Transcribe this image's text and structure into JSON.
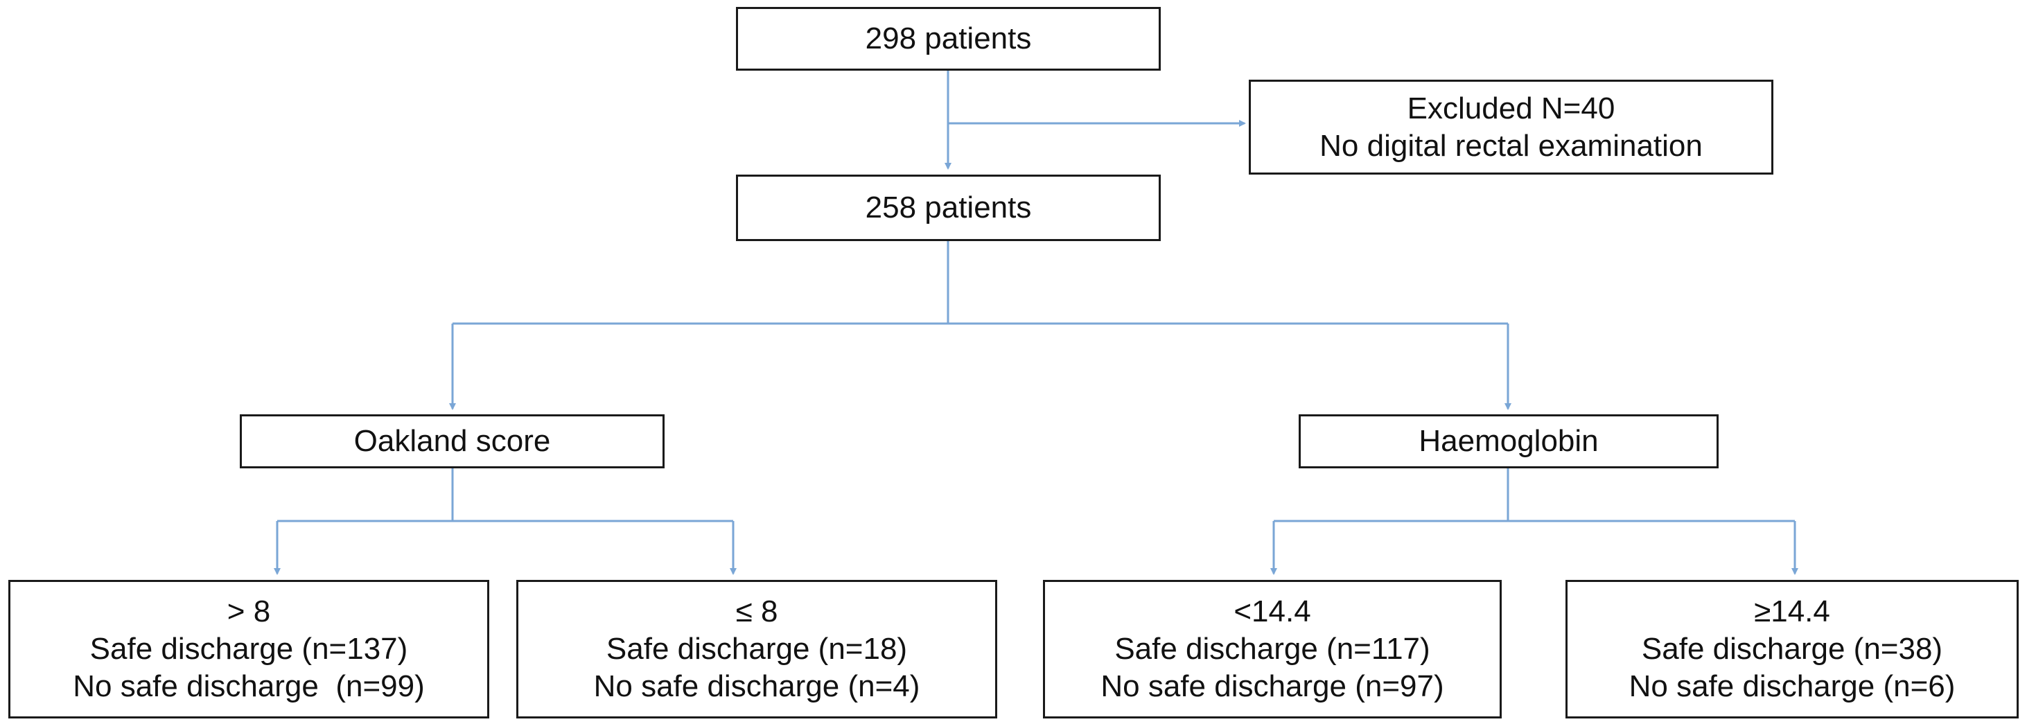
{
  "flowchart": {
    "start": {
      "label": "298 patients"
    },
    "excluded": {
      "line1": "Excluded N=40",
      "line2": "No digital rectal examination"
    },
    "included": {
      "label": "258 patients"
    },
    "oakland": {
      "label": "Oakland score"
    },
    "haemoglobin": {
      "label": "Haemoglobin"
    },
    "outcomes": [
      {
        "threshold": "> 8",
        "safe": "Safe discharge (n=137)",
        "unsafe": "No safe discharge  (n=99)"
      },
      {
        "threshold": "≤ 8",
        "safe": "Safe discharge (n=18)",
        "unsafe": "No safe discharge (n=4)"
      },
      {
        "threshold": "<14.4",
        "safe": "Safe discharge (n=117)",
        "unsafe": "No safe discharge (n=97)"
      },
      {
        "threshold": "≥14.4",
        "safe": "Safe discharge (n=38)",
        "unsafe": "No safe discharge (n=6)"
      }
    ]
  },
  "colors": {
    "connector": "#7aa6d6",
    "box_border": "#1a1a1a"
  }
}
